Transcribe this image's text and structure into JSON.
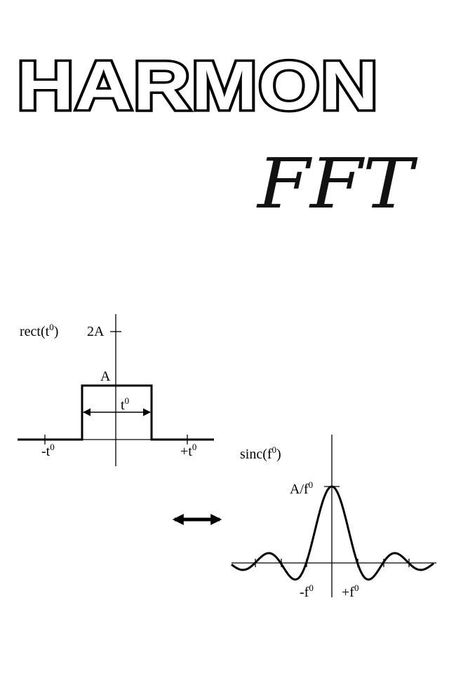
{
  "app": {
    "title": "HARMON",
    "subtitle": "FFT"
  },
  "diagram": {
    "time_domain": {
      "function_label": "rect(t",
      "function_label_sup": "0",
      "function_label_close": ")",
      "y_tick_2A": "2A",
      "amplitude_label": "A",
      "width_label": "t",
      "width_label_sup": "0",
      "neg_tick": "-t",
      "neg_tick_sup": "0",
      "pos_tick": "+t",
      "pos_tick_sup": "0"
    },
    "transform_arrow_icon": "double-arrow-icon",
    "freq_domain": {
      "function_label": "sinc(f",
      "function_label_sup": "0",
      "function_label_close": ")",
      "peak_label": "A/f",
      "peak_label_sup": "0",
      "neg_tick": "-f",
      "neg_tick_sup": "0",
      "pos_tick": "+f",
      "pos_tick_sup": "0"
    }
  }
}
